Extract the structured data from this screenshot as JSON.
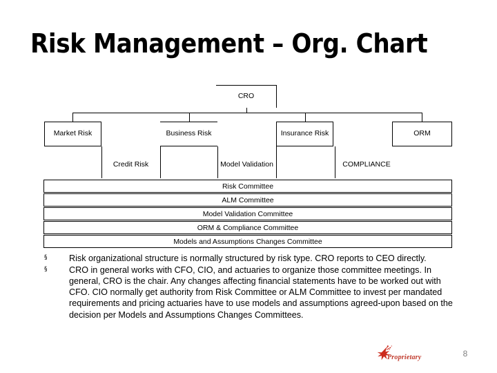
{
  "slide": {
    "title": "Risk Management – Org. Chart",
    "page_number": "8"
  },
  "org_chart": {
    "root": {
      "label": "CRO"
    },
    "level2": [
      {
        "label": "Market Risk"
      },
      {
        "label": "Business Risk"
      },
      {
        "label": "Insurance Risk"
      },
      {
        "label": "ORM"
      }
    ],
    "level3": [
      {
        "label": "Credit Risk"
      },
      {
        "label": "Model Validation"
      },
      {
        "label": "COMPLIANCE"
      }
    ],
    "committees": [
      {
        "label": "Risk Committee"
      },
      {
        "label": "ALM Committee"
      },
      {
        "label": "Model Validation Committee"
      },
      {
        "label": "ORM & Compliance Committee"
      },
      {
        "label": "Models and Assumptions Changes Committee"
      }
    ]
  },
  "bullets": [
    {
      "marker": "§",
      "text": "Risk organizational structure is normally structured by risk type. CRO reports to CEO directly."
    },
    {
      "marker": "§",
      "text": "CRO in general works with CFO, CIO, and actuaries to organize those committee meetings. In general, CRO is the chair. Any changes affecting financial statements have to be worked out with CFO. CIO normally get authority from Risk Committee or ALM Committee to invest per mandated requirements and pricing actuaries have to use models and assumptions agreed-upon based on the decision per Models and Assumptions Changes Committees."
    }
  ],
  "footer": {
    "logo_text": "Proprietary",
    "logo_color": "#c0392b",
    "page_number_color": "#808080"
  }
}
